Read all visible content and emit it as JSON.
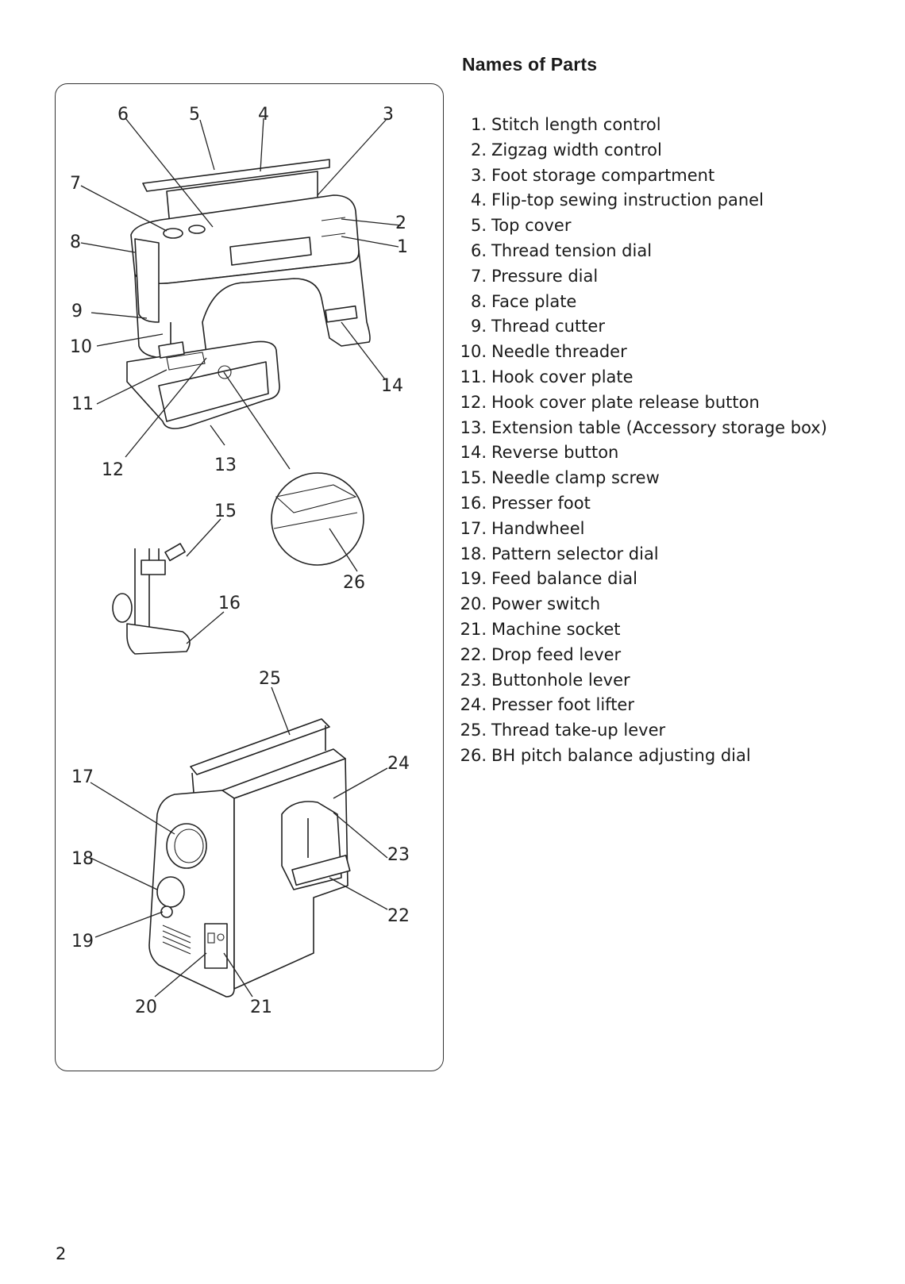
{
  "heading": "Names of Parts",
  "parts": [
    {
      "num": "1.",
      "label": "Stitch length control"
    },
    {
      "num": "2.",
      "label": "Zigzag width control"
    },
    {
      "num": "3.",
      "label": "Foot storage compartment"
    },
    {
      "num": "4.",
      "label": "Flip-top sewing instruction panel"
    },
    {
      "num": "5.",
      "label": "Top cover"
    },
    {
      "num": "6.",
      "label": "Thread tension dial"
    },
    {
      "num": "7.",
      "label": "Pressure dial"
    },
    {
      "num": "8.",
      "label": "Face plate"
    },
    {
      "num": "9.",
      "label": "Thread cutter"
    },
    {
      "num": "10.",
      "label": "Needle threader"
    },
    {
      "num": "11.",
      "label": "Hook cover plate"
    },
    {
      "num": "12.",
      "label": "Hook cover plate release button"
    },
    {
      "num": "13.",
      "label": "Extension table (Accessory storage box)"
    },
    {
      "num": "14.",
      "label": "Reverse button"
    },
    {
      "num": "15.",
      "label": "Needle clamp screw"
    },
    {
      "num": "16.",
      "label": "Presser foot"
    },
    {
      "num": "17.",
      "label": "Handwheel"
    },
    {
      "num": "18.",
      "label": "Pattern selector dial"
    },
    {
      "num": "19.",
      "label": "Feed balance dial"
    },
    {
      "num": "20.",
      "label": "Power switch"
    },
    {
      "num": "21.",
      "label": "Machine socket"
    },
    {
      "num": "22.",
      "label": "Drop feed lever"
    },
    {
      "num": "23.",
      "label": "Buttonhole lever"
    },
    {
      "num": "24.",
      "label": "Presser foot lifter"
    },
    {
      "num": "25.",
      "label": "Thread take-up lever"
    },
    {
      "num": "26.",
      "label": "BH pitch balance adjusting dial"
    }
  ],
  "callouts": {
    "c1": "1",
    "c2": "2",
    "c3": "3",
    "c4": "4",
    "c5": "5",
    "c6": "6",
    "c7": "7",
    "c8": "8",
    "c9": "9",
    "c10": "10",
    "c11": "11",
    "c12": "12",
    "c13": "13",
    "c14": "14",
    "c15": "15",
    "c16": "16",
    "c17": "17",
    "c18": "18",
    "c19": "19",
    "c20": "20",
    "c21": "21",
    "c22": "22",
    "c23": "23",
    "c24": "24",
    "c25": "25",
    "c26": "26"
  },
  "page_number": "2"
}
